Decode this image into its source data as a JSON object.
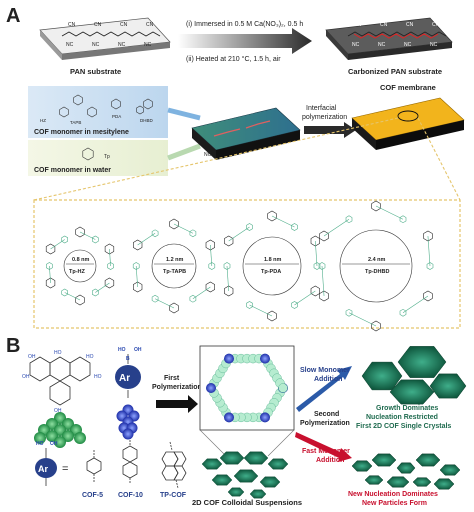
{
  "panel_a": {
    "letter": "A",
    "step1": "(i)  Immersed in 0.5 M Ca(NO₃)₂, 0.5 h",
    "step2": "(ii) Heated at 210 °C, 1.5 h, air",
    "pan_substrate": "PAN substrate",
    "carbonized": "Carbonized PAN substrate",
    "cof_membrane": "COF membrane",
    "interfacial": "Interfacial\npolymerization",
    "mesitylene_label": "COF monomer in mesitylene",
    "water_label": "COF monomer in water",
    "monomers": [
      "TAPB",
      "PDA",
      "DHBD",
      "HZ",
      "Tp"
    ],
    "chem_top": [
      "CN",
      "CN",
      "CN",
      "CN"
    ],
    "chem_bottom": [
      "NC",
      "NC",
      "NC",
      "NC"
    ],
    "pores": [
      {
        "size": "0.8 nm",
        "name": "Tp-HZ"
      },
      {
        "size": "1.2 nm",
        "name": "Tp-TAPB"
      },
      {
        "size": "1.8 nm",
        "name": "Tp-PDA"
      },
      {
        "size": "2.4 nm",
        "name": "Tp-DHBD"
      }
    ]
  },
  "panel_b": {
    "letter": "B",
    "ar": "Ar",
    "first_poly": "First\nPolymerization",
    "colloidal": "2D COF Colloidal Suspensions",
    "slow": "Slow Monomer\nAddition",
    "second_poly": "Second\nPolymerization",
    "fast": "Fast Monomer\nAddition",
    "growth": "Growth Dominates\nNucleation Restricted\nFirst 2D COF Single Crystals",
    "new_nuc": "New Nucleation Dominates\nNew Particles Form",
    "cof_types": [
      "COF-5",
      "COF-10",
      "TP-COF"
    ],
    "equals": "=",
    "boron_labels": [
      "HO",
      "OH",
      "B"
    ]
  },
  "colors": {
    "arrow_slow": "#2b5aa8",
    "arrow_fast": "#c8102e",
    "cof_green": "#2f9e6e",
    "gold": "#f2b41c",
    "dash": "#e5c56c"
  }
}
